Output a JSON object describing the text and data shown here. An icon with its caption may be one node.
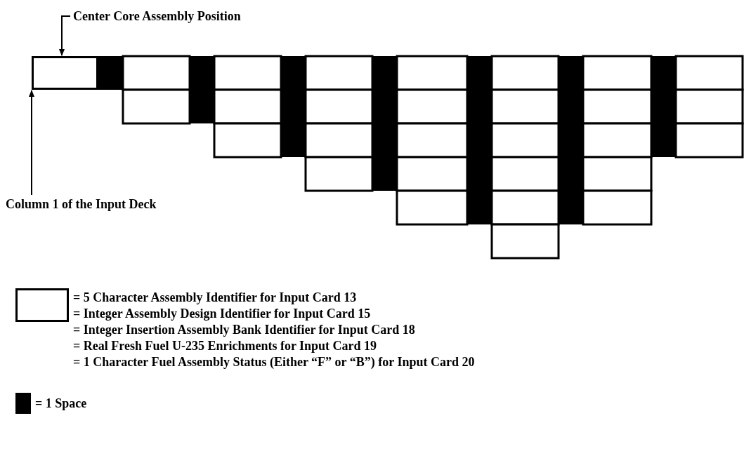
{
  "diagram": {
    "nodes": [
      {
        "text": [
          "Center Core Assembly Position"
        ]
      },
      {
        "text": [],
        "shape": "box"
      },
      {
        "text": [
          "Column 1 of the Input Deck"
        ]
      }
    ],
    "edges": [
      {
        "from": 0,
        "to": 1,
        "arrow": "to"
      },
      {
        "from": 2,
        "to": 1,
        "arrow": "to"
      }
    ],
    "legend": [
      {
        "text": "= 5 Character Assembly Identifier for Input Card 13"
      },
      {
        "text": "= Integer Assembly Design Identifier for Input Card 15"
      },
      {
        "text": "= Integer Insertion Assembly Bank Identifier for Input Card 18"
      },
      {
        "text": "= Real Fresh Fuel U-235 Enrichments for Input Card 19"
      },
      {
        "text": "= 1 Character Fuel Assembly Status (Either “F” or “B”) for Input Card 20"
      },
      {
        "text": "= 1 Space",
        "color": "#000000"
      }
    ]
  }
}
